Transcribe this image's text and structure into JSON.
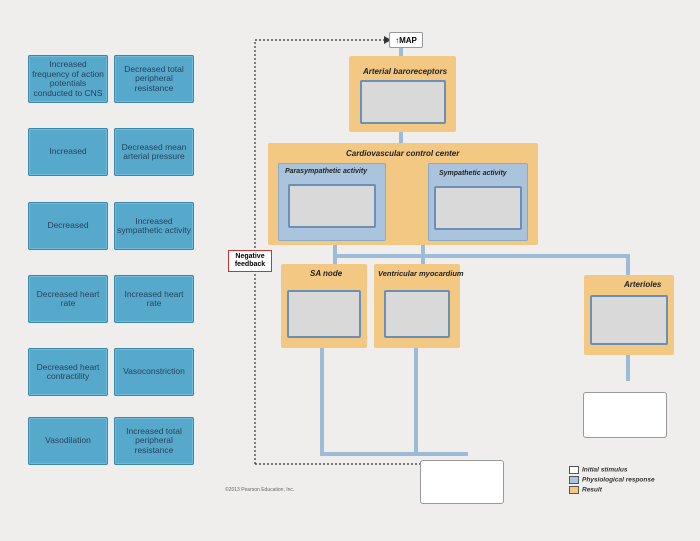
{
  "tiles": [
    {
      "label": "Increased frequency of action potentials conducted to CNS"
    },
    {
      "label": "Decreased total peripheral resistance"
    },
    {
      "label": "Increased"
    },
    {
      "label": "Decreased mean arterial pressure"
    },
    {
      "label": "Decreased"
    },
    {
      "label": "Increased sympathetic activity"
    },
    {
      "label": "Decreased heart rate"
    },
    {
      "label": "Increased heart rate"
    },
    {
      "label": "Decreased heart contractility"
    },
    {
      "label": "Vasoconstriction"
    },
    {
      "label": "Vasodilation"
    },
    {
      "label": "Increased total peripheral resistance"
    }
  ],
  "diagram": {
    "map_label": "↑MAP",
    "baroreceptors": "Arterial baroreceptors",
    "control_center": "Cardiovascular control center",
    "parasympathetic": "Parasympathetic activity",
    "sympathetic": "Sympathetic activity",
    "negative_feedback": "Negative feedback",
    "sa_node": "SA node",
    "ventricular": "Ventricular myocardium",
    "arterioles": "Arterioles",
    "copyright": "©2013 Pearson Education, Inc."
  },
  "legend": [
    {
      "label": "Initial stimulus",
      "color": "#ffffff"
    },
    {
      "label": "Physiological response",
      "color": "#aac4de"
    },
    {
      "label": "Result",
      "color": "#f2c882"
    }
  ]
}
